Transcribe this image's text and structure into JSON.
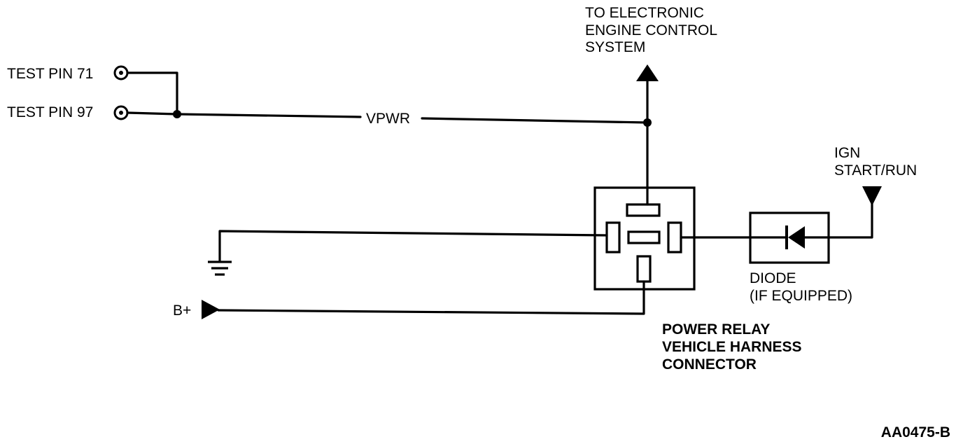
{
  "labels": {
    "eec_line1": "TO ELECTRONIC",
    "eec_line2": "ENGINE CONTROL",
    "eec_line3": "SYSTEM",
    "test_pin_71": "TEST PIN 71",
    "test_pin_97": "TEST PIN 97",
    "vpwr": "VPWR",
    "ign_line1": "IGN",
    "ign_line2": "START/RUN",
    "diode_line1": "DIODE",
    "diode_line2": "(IF EQUIPPED)",
    "b_plus": "B+",
    "connector_line1": "POWER RELAY",
    "connector_line2": "VEHICLE HARNESS",
    "connector_line3": "CONNECTOR",
    "figure_id": "AA0475-B"
  },
  "colors": {
    "ink": "#000000",
    "paper": "#ffffff"
  },
  "icons": [
    "test-pin-terminal-icon",
    "ground-symbol-icon",
    "diode-symbol-icon",
    "arrow-up-icon",
    "arrow-down-icon",
    "arrow-right-icon"
  ]
}
